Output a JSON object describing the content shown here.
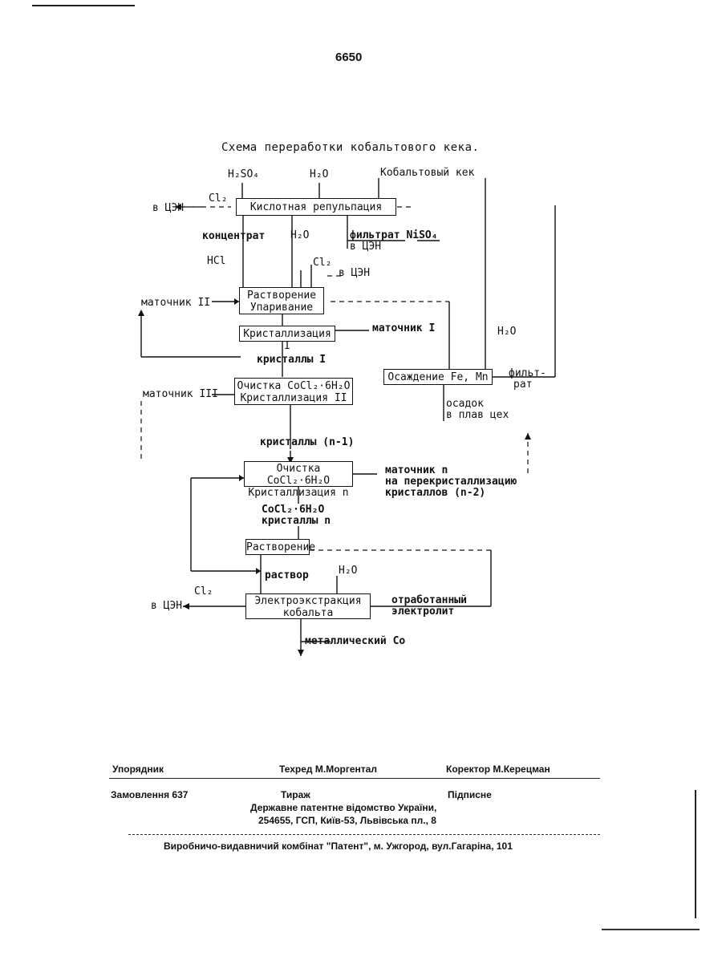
{
  "page_number": "6650",
  "diagram": {
    "title": "Схема переработки кобальтового кека.",
    "inputs": {
      "h2so4": "H₂SO₄",
      "h2o_top": "H₂O",
      "cake": "Кобальтовый кек",
      "cl2_top": "Cl₂",
      "to_czn_1": "в ЦЭН",
      "concentrate": "концентрат",
      "h2o_mid": "H₂O",
      "filtrate": "фильтрат NiSO₄",
      "filtrate_dest": "в ЦЭН",
      "hcl": "HCl",
      "cl2_mid": "Cl₂",
      "to_czn_2": "в ЦЭН"
    },
    "boxes": {
      "acid_repulp": "Кислотная репульпация",
      "dissolve_evap_1": "Растворение",
      "dissolve_evap_2": "Упаривание",
      "cryst_1": "Кристаллизация I",
      "purif_2_line1": "Очистка CoCl₂·6H₂O",
      "purif_2_line2": "Кристаллизация II",
      "precip": "Осаждение Fe, Mn",
      "purif_n_line1": "Очистка CoCl₂·6H₂O",
      "purif_n_line2": "Кристаллизация n",
      "dissolve": "Растворение",
      "electro_line1": "Электроэкстракция",
      "electro_line2": "кобальта"
    },
    "flows": {
      "mother_2": "маточник II",
      "mother_1": "маточник I",
      "crystals_1": "кристаллы I",
      "mother_3": "маточник III",
      "h2o_right": "H₂O",
      "filtrate_right_1": "фильт-",
      "filtrate_right_2": "рат",
      "sediment_1": "осадок",
      "sediment_2": "в плав цех",
      "crystals_n1": "кристаллы (n-1)",
      "mother_n_1": "маточник n",
      "mother_n_2": "на перекристаллизацию",
      "mother_n_3": "кристаллов (n-2)",
      "cocl2_crystals_1": "CoCl₂·6H₂O",
      "cocl2_crystals_2": "кристаллы n",
      "solution": "раствор",
      "h2o_bottom": "H₂O",
      "cl2_bottom": "Cl₂",
      "to_czn_3": "в ЦЭН",
      "spent_1": "отработанный",
      "spent_2": "электролит",
      "metal_co": "металлический Co"
    }
  },
  "footer": {
    "compiler": "Упорядник",
    "techred": "Техред М.Моргентал",
    "corrector": "Коректор М.Керецман",
    "order": "Замовлення 637",
    "circulation": "Тираж",
    "signed": "Підписне",
    "office_1": "Державне патентне відомство України,",
    "office_2": "254655, ГСП, Київ-53, Львівська пл., 8",
    "plant": "Виробничо-видавничий комбінат \"Патент\", м. Ужгород, вул.Гагаріна, 101"
  }
}
